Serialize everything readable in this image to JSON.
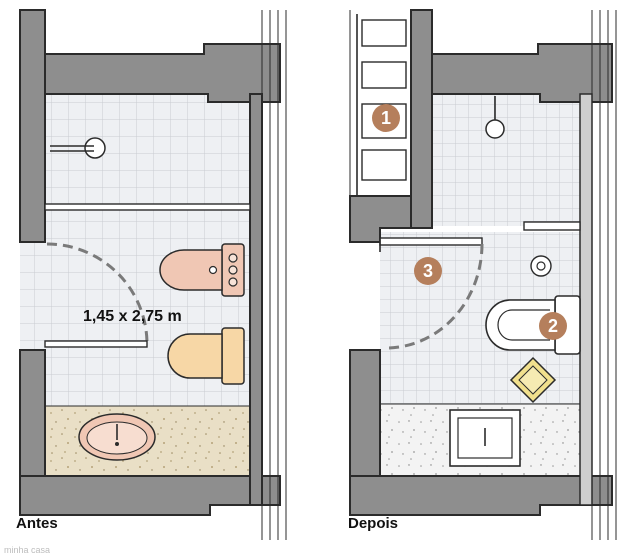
{
  "plans": {
    "before": {
      "caption": "Antes",
      "dimension": "1,45 x 2,75 m"
    },
    "after": {
      "caption": "Depois",
      "markers": [
        {
          "number": "1"
        },
        {
          "number": "2"
        },
        {
          "number": "3"
        }
      ]
    }
  },
  "colors": {
    "wall": "#8e8e8e",
    "tile": "#eef0f3",
    "tile_grid": "#c9ccd2",
    "granite": "#e9dfc6",
    "fixture_pink": "#f0c7b4",
    "fixture_peach": "#f7d7a6",
    "marker": "#b57f5c",
    "mat": "#f1e08d"
  },
  "watermark": "minha casa"
}
